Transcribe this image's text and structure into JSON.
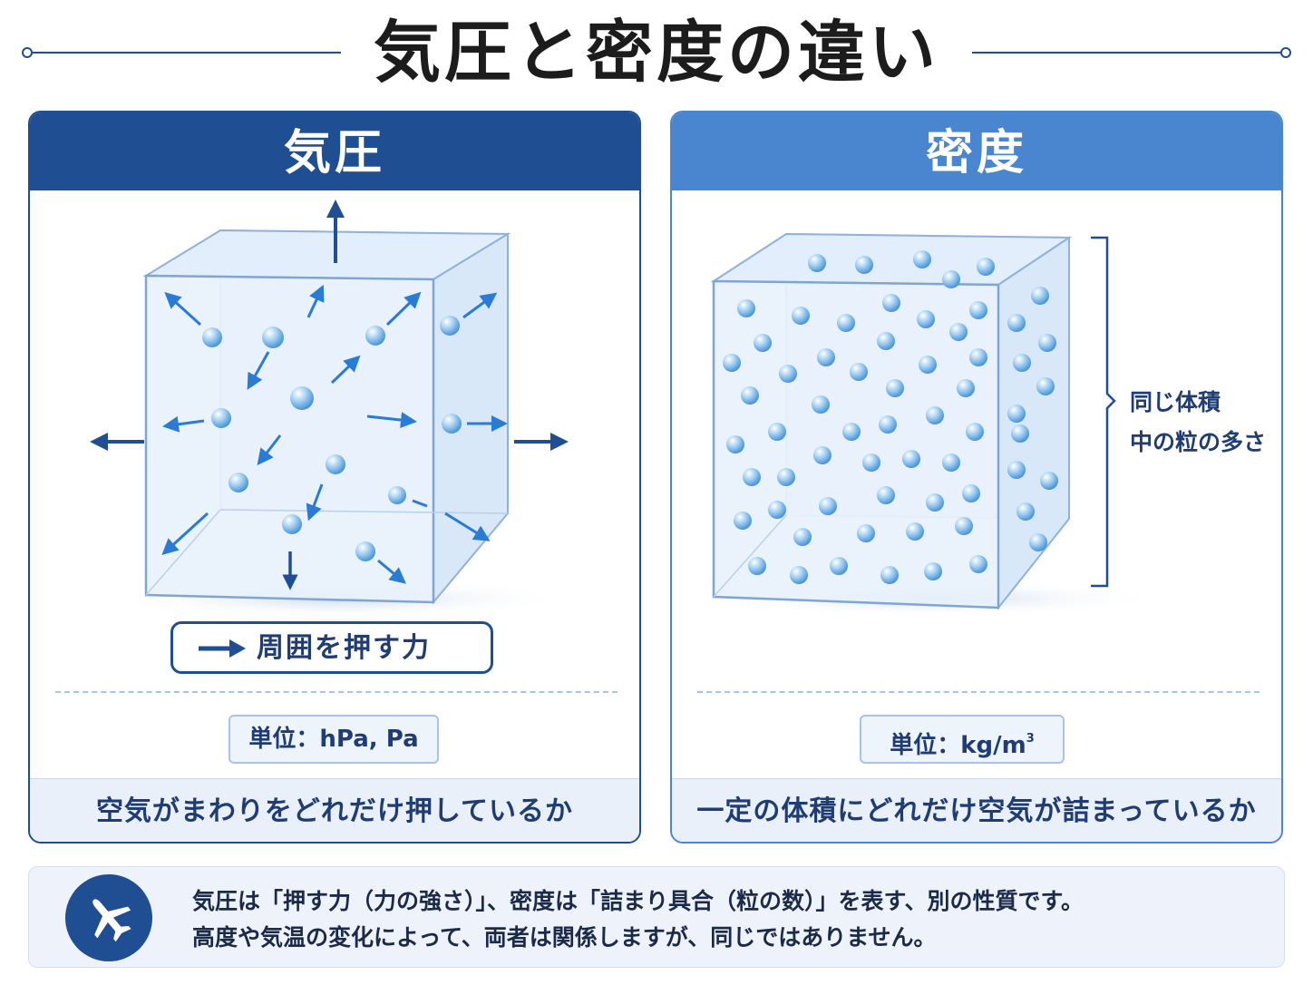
{
  "title": "気圧と密度の違い",
  "left_panel": {
    "heading": "気圧",
    "force_label": "周囲を押す力",
    "unit": "単位：hPa, Pa",
    "description": "空気がまわりをどれだけ押しているか"
  },
  "right_panel": {
    "heading": "密度",
    "bracket_line1": "同じ体積",
    "bracket_line2": "中の粒の多さ",
    "unit": "単位：kg/m",
    "unit_exponent": "3",
    "description": "一定の体積にどれだけ空気が詰まっているか"
  },
  "note": {
    "icon": "airplane-icon",
    "line1": "気圧は「押す力（力の強さ）」、密度は「詰まり具合（粒の数）」を表す、別の性質です。",
    "line2": "高度や気温の変化によって、両者は関係しますが、同じではありません。"
  },
  "colors": {
    "primary": "#1f4e92",
    "secondary": "#4a86cf",
    "particle": "#8cc3ef",
    "arrow": "#2a7bd6"
  }
}
